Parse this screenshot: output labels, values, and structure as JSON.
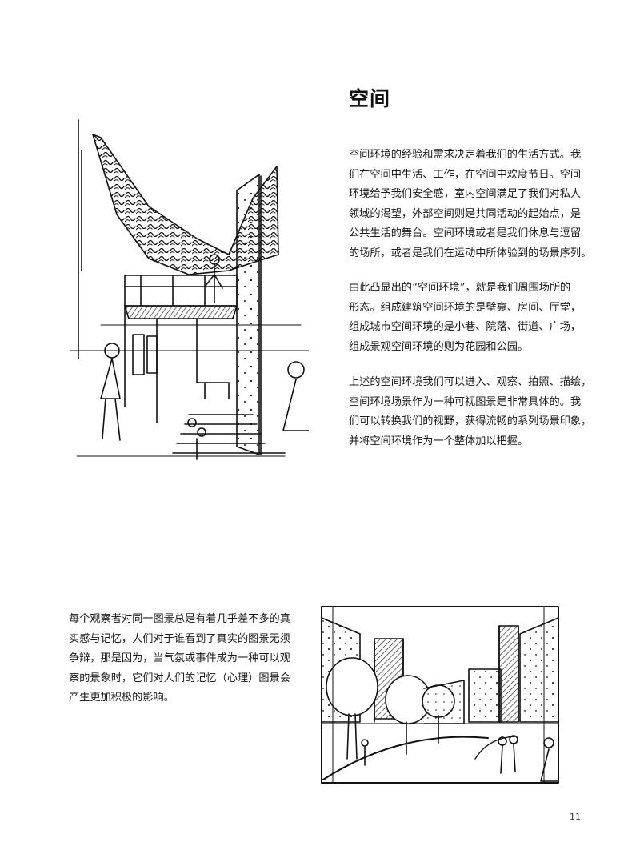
{
  "page": {
    "title": "空间",
    "paragraphs": [
      {
        "lines": [
          "空间环境的经验和需求决定着我们的生活方式。我",
          "们在空间中生活、工作，在空间中欢度节日。空间",
          "环境给予我们安全感，室内空间满足了我们对私人",
          "领域的渴望，外部空间则是共同活动的起始点，是",
          "公共生活的舞台。空间环境或者是我们休息与逗留",
          "的场所，或者是我们在运动中所体验到的场景序列。"
        ]
      },
      {
        "lines": [
          "由此凸显出的“空间环境”，就是我们周围场所的",
          "形态。组成建筑空间环境的是壁龛、房间、厅堂，",
          "组成城市空间环境的是小巷、院落、街道、广场，",
          "组成景观空间环境的则为花园和公园。"
        ]
      },
      {
        "lines": [
          "上述的空间环境我们可以进入、观察、拍照、描绘，",
          "空间环境场景作为一种可视图景是非常具体的。我",
          "们可以转换我们的视野，获得流畅的系列场景印象，",
          "并将空间环境作为一个整体加以把握。"
        ]
      },
      {
        "lines": [
          "每个观察者对同一图景总是有着几乎差不多的真",
          "实感与记忆，人们对于谁看到了真实的图景无须",
          "争辩，那是因为，当气氛或事件成为一种可以观",
          "察的景象时，它们对人们的记忆（心理）图景会",
          "产生更加积极的影响。"
        ]
      }
    ],
    "page_number": "11"
  }
}
